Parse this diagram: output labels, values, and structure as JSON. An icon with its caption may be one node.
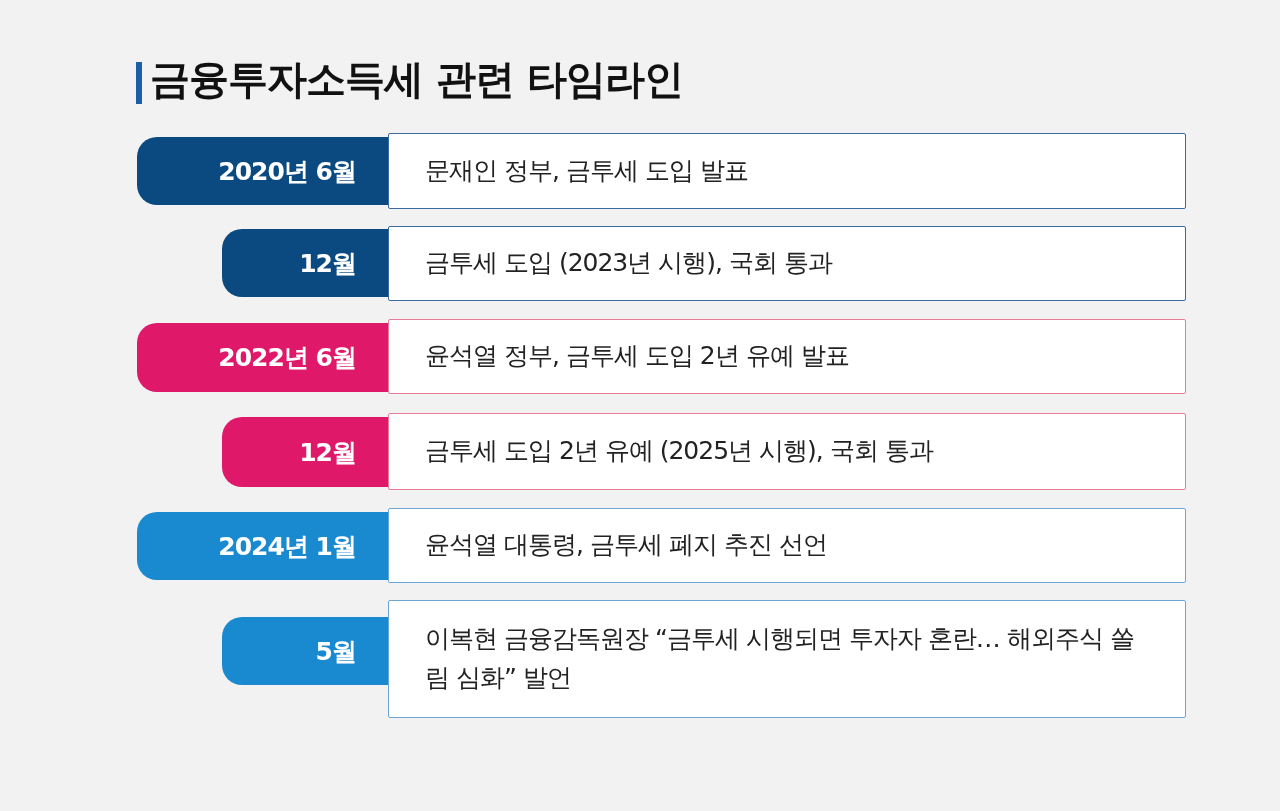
{
  "diagram": {
    "title": "금융투자소득세 관련 타임라인",
    "nodes": [
      {
        "text": [
          "2020년 6월"
        ]
      },
      {
        "text": [
          "문재인 정부, 금투세 도입 발표"
        ]
      },
      {
        "text": [
          "12월"
        ]
      },
      {
        "text": [
          "금투세 도입 (2023년 시행), 국회 통과"
        ]
      },
      {
        "text": [
          "2022년 6월"
        ]
      },
      {
        "text": [
          "윤석열 정부, 금투세 도입 2년 유예 발표"
        ]
      },
      {
        "text": [
          "12월"
        ]
      },
      {
        "text": [
          "금투세 도입 2년 유예 (2025년 시행), 국회 통과"
        ]
      },
      {
        "text": [
          "2024년 1월"
        ]
      },
      {
        "text": [
          "윤석열 대통령, 금투세 폐지 추진 선언"
        ]
      },
      {
        "text": [
          "5월"
        ]
      },
      {
        "text": [
          "이복현 금융감독원장 “금투세 시행되면 투자자 혼란… 해외주식 쏠림 심화” 발언"
        ]
      }
    ]
  }
}
